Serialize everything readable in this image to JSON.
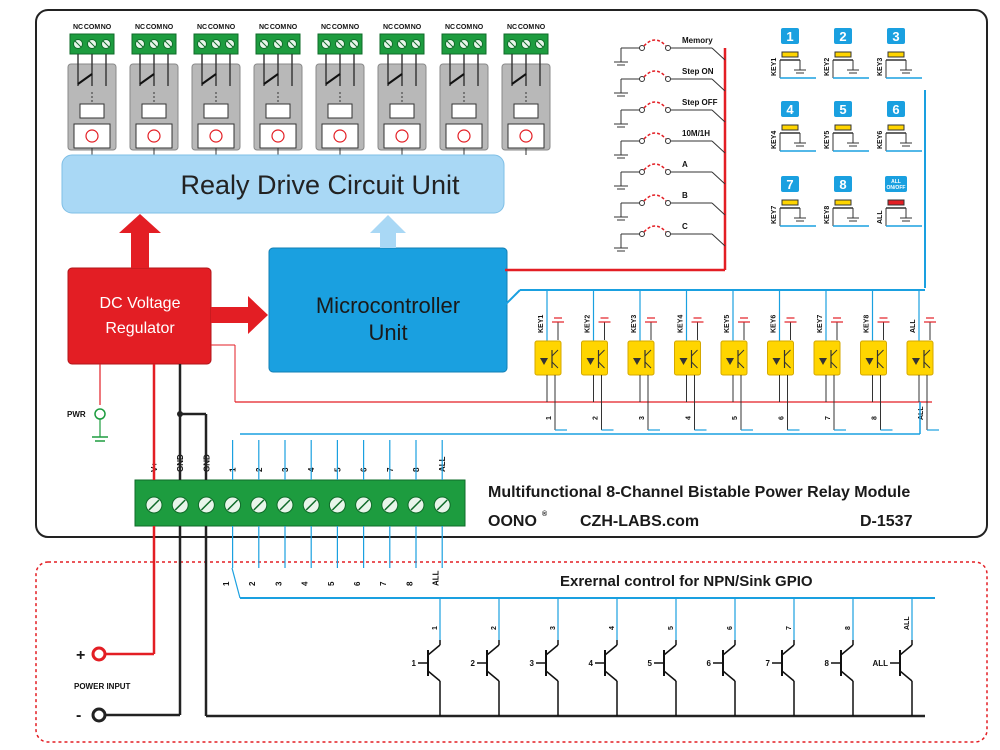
{
  "blocks": {
    "relay_unit": "Realy Drive Circuit Unit",
    "regulator_l1": "DC Voltage",
    "regulator_l2": "Regulator",
    "mcu_l1": "Microcontroller",
    "mcu_l2": "Unit"
  },
  "relay_pins": [
    "NC",
    "COM",
    "NO"
  ],
  "mode_switches": [
    "Memory",
    "Step ON",
    "Step OFF",
    "10M/1H",
    "A",
    "B",
    "C"
  ],
  "keys": [
    {
      "num": "1",
      "label": "KEY1"
    },
    {
      "num": "2",
      "label": "KEY2"
    },
    {
      "num": "3",
      "label": "KEY3"
    },
    {
      "num": "4",
      "label": "KEY4"
    },
    {
      "num": "5",
      "label": "KEY5"
    },
    {
      "num": "6",
      "label": "KEY6"
    },
    {
      "num": "7",
      "label": "KEY7"
    },
    {
      "num": "8",
      "label": "KEY8"
    },
    {
      "num": "ALL ON/OFF",
      "label": "ALL"
    }
  ],
  "all_key_badge": [
    "ALL",
    "ON/OFF"
  ],
  "opto_labels": [
    "KEY1",
    "KEY2",
    "KEY3",
    "KEY4",
    "KEY5",
    "KEY6",
    "KEY7",
    "KEY8",
    "ALL"
  ],
  "opto_bottom": [
    "1",
    "2",
    "3",
    "4",
    "5",
    "6",
    "7",
    "8",
    "ALL"
  ],
  "terminal_labels": [
    "V+",
    "GND",
    "GND",
    "1",
    "2",
    "3",
    "4",
    "5",
    "6",
    "7",
    "8",
    "ALL"
  ],
  "pwr_label": "PWR",
  "module_title": "Multifunctional 8-Channel Bistable Power Relay Module",
  "brand": "OONO",
  "brand_mark": "®",
  "website": "CZH-LABS.com",
  "model": "D-1537",
  "external": {
    "title": "Exrernal control for NPN/Sink GPIO",
    "wire_labels": [
      "1",
      "2",
      "3",
      "4",
      "5",
      "6",
      "7",
      "8",
      "ALL"
    ],
    "transistors": [
      "1",
      "2",
      "3",
      "4",
      "5",
      "6",
      "7",
      "8",
      "ALL"
    ]
  },
  "power_input": {
    "label": "POWER INPUT",
    "plus": "+",
    "minus": "-"
  },
  "colors": {
    "red": "#e31e24",
    "blue": "#1aa0e0",
    "green": "#1d9c3f",
    "yellow": "#ffd500",
    "relay_box": "#a9d8f5",
    "mcu": "#1aa0e0",
    "gray": "#b8b8b8"
  }
}
